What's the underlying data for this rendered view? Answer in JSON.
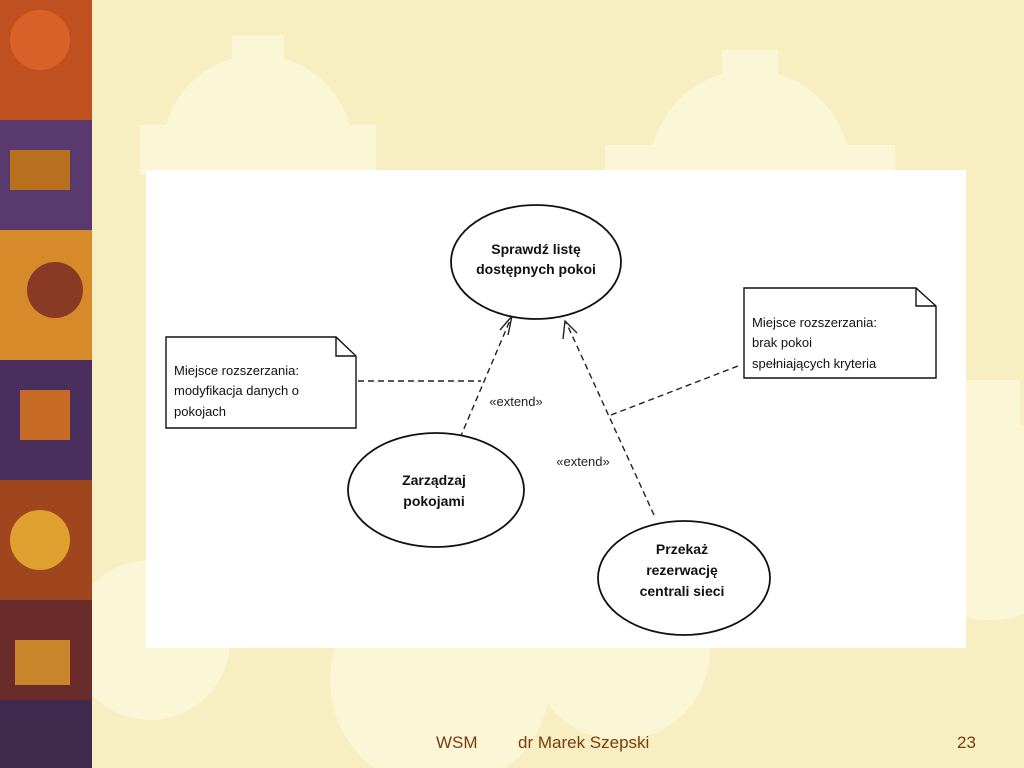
{
  "diagram": {
    "use_cases": {
      "check_rooms": [
        "Sprawdź listę",
        "dostępnych pokoi"
      ],
      "manage_rooms": [
        "Zarządzaj",
        "pokojami"
      ],
      "forward_booking": [
        "Przekaż",
        "rezerwację",
        "centrali sieci"
      ]
    },
    "notes": {
      "left": [
        "Miejsce rozszerzania:",
        "modyfikacja danych o",
        "pokojach"
      ],
      "right": [
        "Miejsce rozszerzania:",
        "brak pokoi",
        "spełniających kryteria"
      ]
    },
    "relations": {
      "left_label": "«extend»",
      "right_label": "«extend»"
    }
  },
  "footer": {
    "course": "WSM",
    "author": "dr Marek Szepski",
    "page": "23"
  },
  "colors": {
    "background": "#f7eec2",
    "gear": "#fbf6d6",
    "footer_text": "#7a3b10"
  }
}
